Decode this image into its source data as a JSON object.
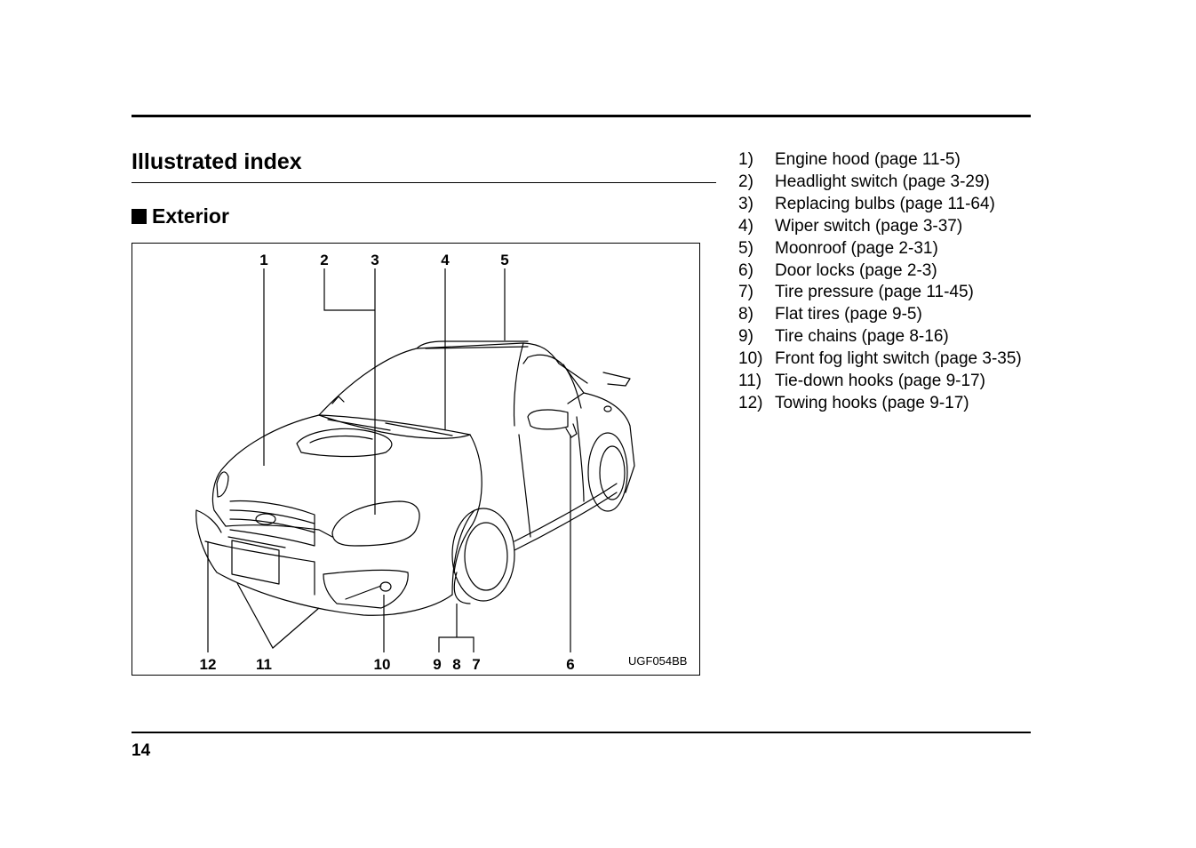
{
  "page": {
    "section_title": "Illustrated index",
    "subsection_title": "Exterior",
    "page_number": "14"
  },
  "figure": {
    "code": "UGF054BB",
    "callouts_top": [
      "1",
      "2",
      "3",
      "4",
      "5"
    ],
    "callouts_bottom": [
      "12",
      "11",
      "10",
      "9",
      "8",
      "7",
      "6"
    ]
  },
  "index": {
    "items": [
      {
        "num": "1)",
        "text": "Engine hood (page 11-5)"
      },
      {
        "num": "2)",
        "text": "Headlight switch (page 3-29)"
      },
      {
        "num": "3)",
        "text": "Replacing bulbs (page 11-64)"
      },
      {
        "num": "4)",
        "text": "Wiper switch (page 3-37)"
      },
      {
        "num": "5)",
        "text": "Moonroof (page 2-31)"
      },
      {
        "num": "6)",
        "text": "Door locks (page 2-3)"
      },
      {
        "num": "7)",
        "text": "Tire pressure (page 11-45)"
      },
      {
        "num": "8)",
        "text": "Flat tires (page 9-5)"
      },
      {
        "num": "9)",
        "text": "Tire chains (page 8-16)"
      },
      {
        "num": "10)",
        "text": "Front fog light switch (page 3-35)"
      },
      {
        "num": "11)",
        "text": "Tie-down hooks (page 9-17)"
      },
      {
        "num": "12)",
        "text": "Towing hooks (page 9-17)"
      }
    ]
  }
}
